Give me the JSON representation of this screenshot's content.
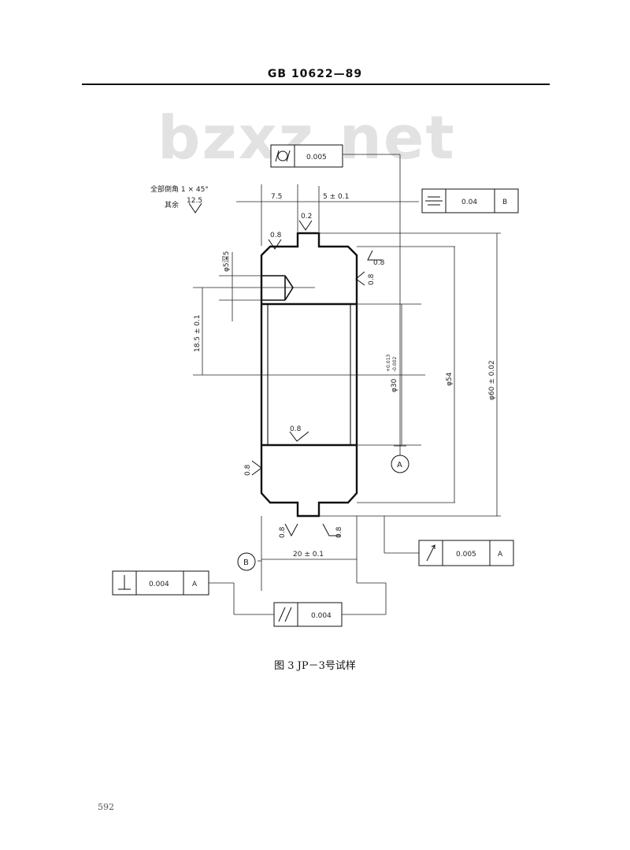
{
  "header": {
    "standard": "GB 10622—89"
  },
  "watermark": "bzxz.net",
  "notes": {
    "chamfer": "全部倒角 1 × 45°",
    "rest_label": "其余",
    "rest_value": "12.5"
  },
  "dimensions": {
    "d1": "7.5",
    "d2": "5 ± 0.1",
    "hole": "φ5深5",
    "d3": "18.5 ± 0.1",
    "d4": "φ30",
    "d4_tol_upper": "+0.013",
    "d4_tol_lower": "-0.002",
    "d5": "φ54",
    "d6": "φ60 ± 0.02",
    "d7": "20 ± 0.1"
  },
  "roughness": {
    "r02": "0.2",
    "r08": "0.8"
  },
  "datums": {
    "a": "A",
    "b": "B"
  },
  "tolerance_frames": [
    {
      "value": "0.005",
      "datum": ""
    },
    {
      "value": "0.04",
      "datum": "B"
    },
    {
      "value": "0.005",
      "datum": "A"
    },
    {
      "value": "0.004",
      "datum": "A"
    },
    {
      "value": "0.004",
      "datum": ""
    }
  ],
  "caption": "图 3  JP－3号试样",
  "page_number": "592"
}
